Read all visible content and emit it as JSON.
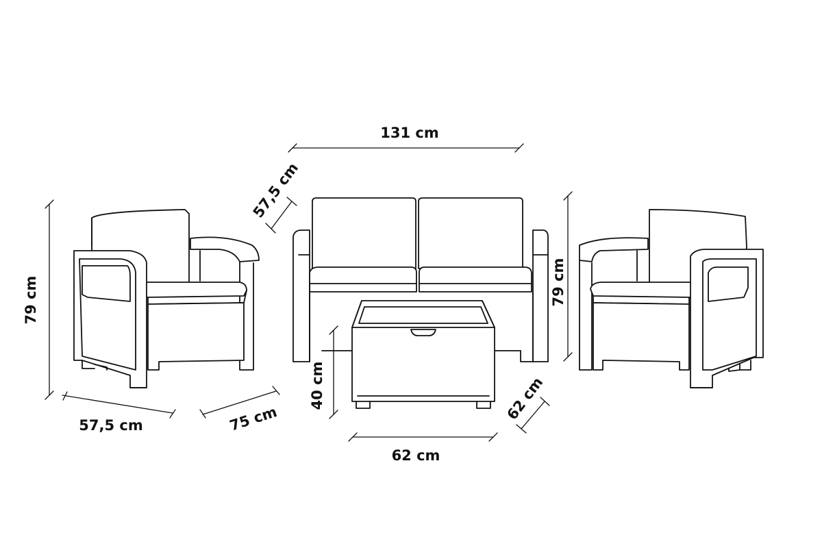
{
  "diagram": {
    "dimensions": {
      "sofa_width": "131 cm",
      "sofa_depth": "57,5 cm",
      "left_chair_height": "79 cm",
      "left_chair_depth": "57,5 cm",
      "left_chair_width": "75 cm",
      "right_chair_height": "79 cm",
      "table_height": "40 cm",
      "table_width": "62 cm",
      "table_depth": "62 cm"
    },
    "colors": {
      "stroke": "#111111",
      "background": "#ffffff"
    }
  }
}
